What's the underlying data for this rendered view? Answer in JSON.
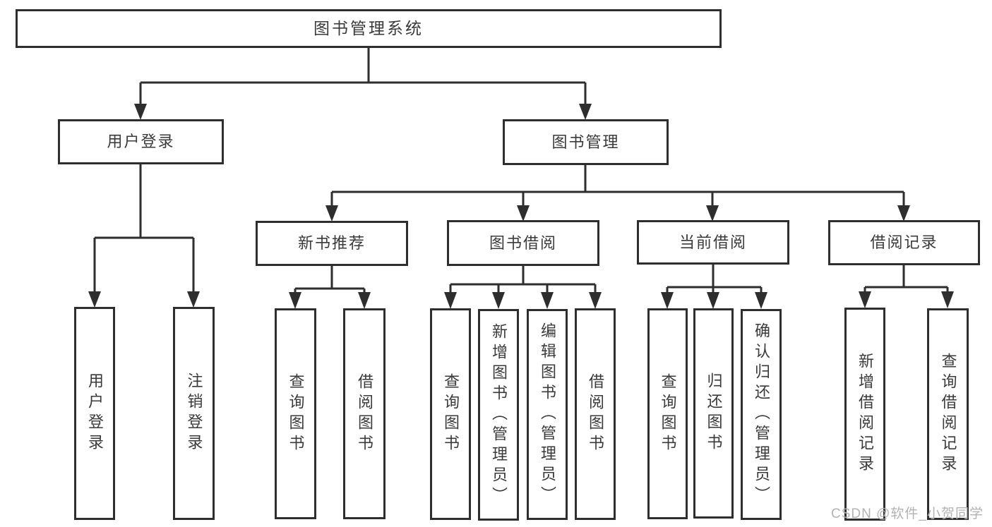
{
  "diagram": {
    "title": "图书管理系统",
    "level2": [
      {
        "label": "用户登录"
      },
      {
        "label": "图书管理"
      }
    ],
    "level3": [
      {
        "label": "新书推荐"
      },
      {
        "label": "图书借阅"
      },
      {
        "label": "当前借阅"
      },
      {
        "label": "借阅记录"
      }
    ],
    "leaves": [
      {
        "label": "用户登录"
      },
      {
        "label": "注销登录"
      },
      {
        "label": "查询图书"
      },
      {
        "label": "借阅图书"
      },
      {
        "label": "查询图书"
      },
      {
        "label": "新增图书（管理员）"
      },
      {
        "label": "编辑图书（管理员）"
      },
      {
        "label": "借阅图书"
      },
      {
        "label": "查询图书"
      },
      {
        "label": "归还图书"
      },
      {
        "label": "确认归还（管理员）"
      },
      {
        "label": "新增借阅记录"
      },
      {
        "label": "查询借阅记录"
      }
    ]
  },
  "watermark": "CSDN @软件_小贺同学",
  "colors": {
    "line": "#2e2e2e",
    "text": "#3a3a3a",
    "watermark": "#b2b2b2",
    "background": "#ffffff"
  }
}
